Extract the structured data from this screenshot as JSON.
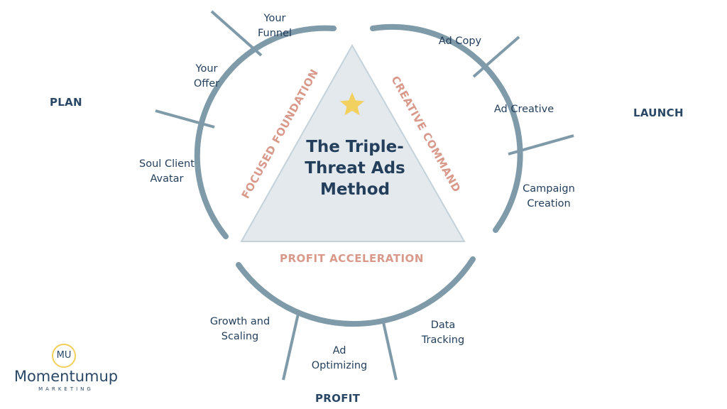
{
  "title": "The Triple-\nThreat Ads\nMethod",
  "triangle_sides": {
    "left": "FOCUSED FOUNDATION",
    "right": "CREATIVE COMMAND",
    "bottom": "PROFIT ACCELERATION"
  },
  "phases": {
    "plan": "PLAN",
    "launch": "LAUNCH",
    "profit": "PROFIT"
  },
  "steps": {
    "your_funnel": "Your\nFunnel",
    "your_offer": "Your\nOffer",
    "soul_client_avatar": "Soul Client\nAvatar",
    "ad_copy": "Ad Copy",
    "ad_creative": "Ad Creative",
    "campaign_creation": "Campaign\nCreation",
    "growth_and_scaling": "Growth and\nScaling",
    "ad_optimizing": "Ad\nOptimizing",
    "data_tracking": "Data\nTracking"
  },
  "logo": {
    "mark": "MU",
    "name": "Momentumup",
    "sub": "MARKETING"
  },
  "colors": {
    "arc": "#7f9aa8",
    "triangle_fill": "#e3e9ed",
    "triangle_stroke": "#c5d2da",
    "side_text": "#d9998a",
    "star": "#f2d161",
    "text": "#243f5c"
  }
}
